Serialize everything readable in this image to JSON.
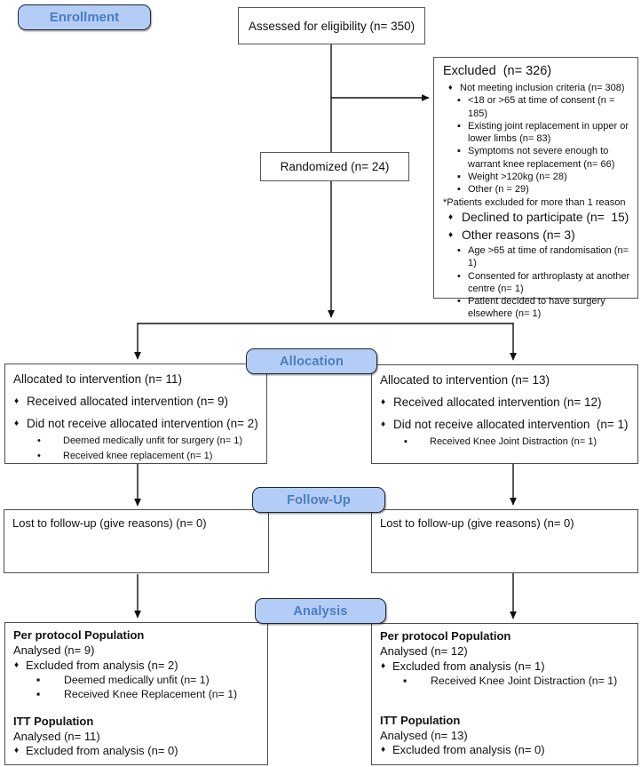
{
  "colors": {
    "badge_fill": "#b4cdf6",
    "badge_border": "#1c2733",
    "badge_text": "#4a7ebe",
    "box_border": "#4d4d4d",
    "line_color": "#111111",
    "text_color": "#111111"
  },
  "bullet_glyphs": {
    "diamond": "♦",
    "square": "▪",
    "dot": "•"
  },
  "badges": {
    "enrollment": "Enrollment",
    "allocation": "Allocation",
    "followup": "Follow-Up",
    "analysis": "Analysis"
  },
  "boxes": {
    "assessed": {
      "text": "Assessed for eligibility (n= 350)"
    },
    "randomized": {
      "text": "Randomized (n= 24)"
    },
    "excluded": {
      "title": "Excluded  (n= 326)",
      "lines": [
        {
          "t": "Not meeting inclusion criteria (n= 308)",
          "bullet": "diamond",
          "lvl": 1
        },
        {
          "t": "<18 or >65 at time of consent (n = 185)",
          "bullet": "square",
          "lvl": 2
        },
        {
          "t": "Existing joint replacement in upper or lower limbs (n= 83)",
          "bullet": "square",
          "lvl": 2
        },
        {
          "t": "Symptoms not severe enough to warrant knee replacement (n= 66)",
          "bullet": "square",
          "lvl": 2
        },
        {
          "t": "Weight >120kg (n= 28)",
          "bullet": "square",
          "lvl": 2
        },
        {
          "t": "Other (n = 29)",
          "bullet": "square",
          "lvl": 2
        },
        {
          "t": "*Patients excluded for more than 1 reason",
          "lvl": 0
        },
        {
          "t": "Declined to participate (n=  15)",
          "bullet": "diamond",
          "lvl": 1,
          "size": "large"
        },
        {
          "t": "Other reasons (n= 3)",
          "bullet": "diamond",
          "lvl": 1,
          "size": "large"
        },
        {
          "t": "Age >65 at time of randomisation (n= 1)",
          "bullet": "dot",
          "lvl": 2
        },
        {
          "t": "Consented for arthroplasty at another centre (n= 1)",
          "bullet": "dot",
          "lvl": 2
        },
        {
          "t": "Patient decided to have surgery elsewhere (n= 1)",
          "bullet": "dot",
          "lvl": 2
        }
      ]
    },
    "alloc_left": {
      "lines": [
        {
          "t": "Allocated to intervention (n= 11)",
          "lvl": 0
        },
        {
          "t": "Received allocated intervention (n= 9)",
          "bullet": "diamond",
          "lvl": 1
        },
        {
          "t": "Did not receive allocated intervention (n= 2)",
          "bullet": "diamond",
          "lvl": 1
        },
        {
          "t": "Deemed medically unfit for surgery (n= 1)",
          "bullet": "dot",
          "lvl": 2,
          "size": "small"
        },
        {
          "t": "Received knee replacement (n= 1)",
          "bullet": "dot",
          "lvl": 2,
          "size": "small"
        }
      ]
    },
    "alloc_right": {
      "lines": [
        {
          "t": "Allocated to intervention (n= 13)",
          "lvl": 0
        },
        {
          "t": "Received allocated intervention (n= 12)",
          "bullet": "diamond",
          "lvl": 1
        },
        {
          "t": "Did not receive allocated intervention  (n= 1)",
          "bullet": "diamond",
          "lvl": 1
        },
        {
          "t": "Received Knee Joint Distraction (n= 1)",
          "bullet": "square",
          "lvl": 2,
          "size": "small"
        }
      ]
    },
    "followup_left": {
      "text": "Lost to follow-up (give reasons) (n= 0)"
    },
    "followup_right": {
      "text": "Lost to follow-up (give reasons) (n= 0)"
    },
    "analysis_left": {
      "lines": [
        {
          "t": "Per protocol Population",
          "lvl": 0,
          "bold": true
        },
        {
          "t": "Analysed (n= 9)",
          "lvl": 0
        },
        {
          "t": "Excluded from analysis (n= 2)",
          "bullet": "diamond",
          "lvl": 1
        },
        {
          "t": "Deemed medically unfit (n= 1)",
          "bullet": "square",
          "lvl": 2,
          "size": "mid"
        },
        {
          "t": "Received Knee Replacement (n= 1)",
          "bullet": "square",
          "lvl": 2,
          "size": "mid"
        },
        {
          "t": "",
          "spacer": true
        },
        {
          "t": "ITT Population",
          "lvl": 0,
          "bold": true
        },
        {
          "t": "Analysed (n= 11)",
          "lvl": 0
        },
        {
          "t": "Excluded from analysis (n= 0)",
          "bullet": "diamond",
          "lvl": 1
        }
      ]
    },
    "analysis_right": {
      "lines": [
        {
          "t": "Per protocol Population",
          "lvl": 0,
          "bold": true
        },
        {
          "t": "Analysed (n= 12)",
          "lvl": 0
        },
        {
          "t": "Excluded from analysis (n= 1)",
          "bullet": "diamond",
          "lvl": 1
        },
        {
          "t": "Received Knee Joint Distraction (n= 1)",
          "bullet": "square",
          "lvl": 2,
          "size": "mid"
        },
        {
          "t": "",
          "spacer": true
        },
        {
          "t": "",
          "spacer": true
        },
        {
          "t": "ITT Population",
          "lvl": 0,
          "bold": true
        },
        {
          "t": "Analysed (n= 13)",
          "lvl": 0
        },
        {
          "t": "Excluded from analysis (n= 0)",
          "bullet": "diamond",
          "lvl": 1
        }
      ]
    }
  }
}
